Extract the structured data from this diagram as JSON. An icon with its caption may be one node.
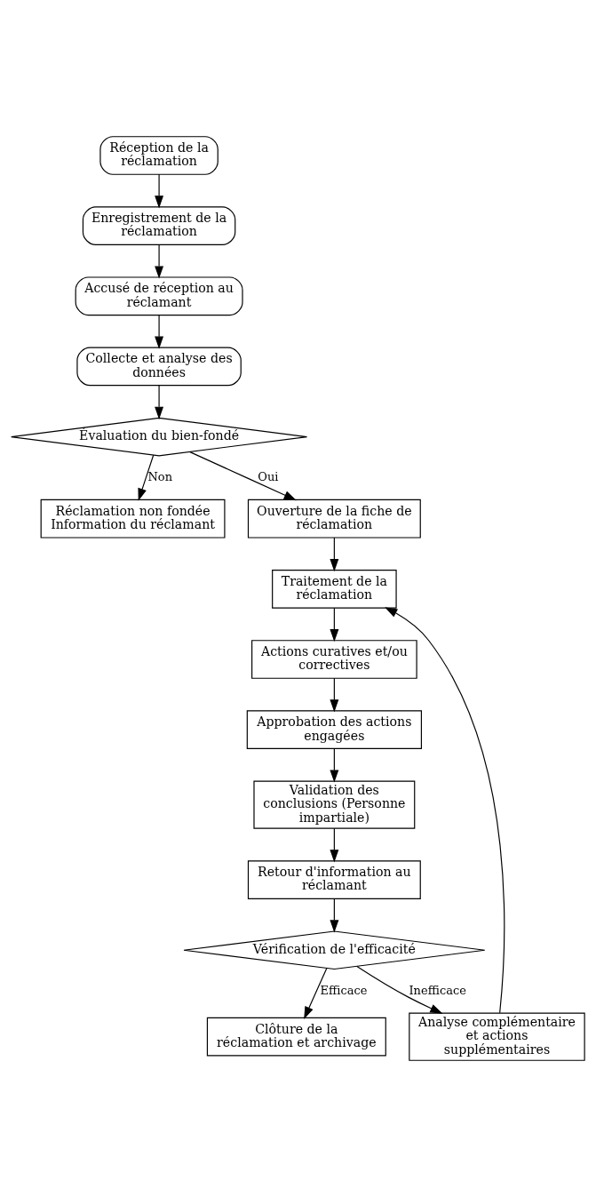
{
  "diagram": {
    "nodes": [
      {
        "text": [
          "Réception de la réclamation"
        ]
      },
      {
        "text": [
          "Enregistrement de la réclamation"
        ]
      },
      {
        "text": [
          "Accusé de réception au réclamant"
        ]
      },
      {
        "text": [
          "Collecte et analyse des données"
        ]
      },
      {
        "text": [
          "Évaluation du bien-fondé"
        ]
      },
      {
        "text": [
          "Réclamation non fondée",
          "Information du réclamant"
        ]
      },
      {
        "text": [
          "Ouverture de la fiche de réclamation"
        ]
      },
      {
        "text": [
          "Traitement de la réclamation"
        ]
      },
      {
        "text": [
          "Actions curatives et/ou correctives"
        ]
      },
      {
        "text": [
          "Approbation des actions engagées"
        ]
      },
      {
        "text": [
          "Validation des conclusions (Personne impartiale)"
        ]
      },
      {
        "text": [
          "Retour d'information au réclamant"
        ]
      },
      {
        "text": [
          "Vérification de l'efficacité"
        ]
      },
      {
        "text": [
          "Clôture de la réclamation et archivage"
        ]
      },
      {
        "text": [
          "Analyse complémentaire et actions supplémentaires"
        ]
      }
    ],
    "edges": [
      {
        "from": 0,
        "to": 1,
        "arrow": "to"
      },
      {
        "from": 1,
        "to": 2,
        "arrow": "to"
      },
      {
        "from": 2,
        "to": 3,
        "arrow": "to"
      },
      {
        "from": 3,
        "to": 4,
        "arrow": "to"
      },
      {
        "from": 4,
        "to": 5,
        "arrow": "to",
        "label": "Non"
      },
      {
        "from": 4,
        "to": 6,
        "arrow": "to",
        "label": "Oui"
      },
      {
        "from": 6,
        "to": 7,
        "arrow": "to"
      },
      {
        "from": 7,
        "to": 8,
        "arrow": "to"
      },
      {
        "from": 8,
        "to": 9,
        "arrow": "to"
      },
      {
        "from": 9,
        "to": 10,
        "arrow": "to"
      },
      {
        "from": 10,
        "to": 11,
        "arrow": "to"
      },
      {
        "from": 11,
        "to": 12,
        "arrow": "to"
      },
      {
        "from": 12,
        "to": 13,
        "arrow": "to",
        "label": "Efficace"
      },
      {
        "from": 12,
        "to": 14,
        "arrow": "to",
        "label": "Inefficace"
      },
      {
        "from": 14,
        "to": 7,
        "arrow": "to"
      }
    ]
  }
}
